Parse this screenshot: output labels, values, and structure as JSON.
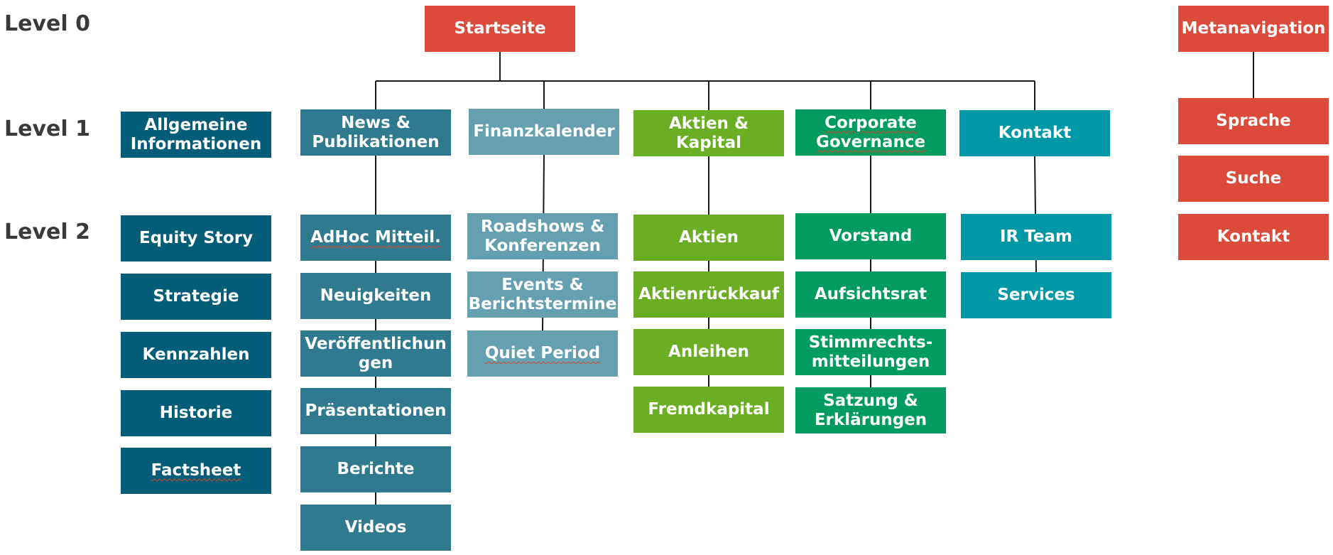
{
  "colors": {
    "red": "#DC4A3A",
    "dark_teal": "#045D78",
    "steel_teal": "#2F7A8F",
    "light_teal": "#65A0B1",
    "lime": "#6AAE23",
    "green": "#009B5F",
    "cyan": "#0097A7",
    "connector": "#1a1a1a"
  },
  "levels": [
    "Level 0",
    "Level 1",
    "Level 2"
  ],
  "level0": {
    "start": "Startseite",
    "meta": "Metanavigation"
  },
  "meta_items": [
    "Sprache",
    "Suche",
    "Kontakt"
  ],
  "columns": [
    {
      "title": "Allgemeine\nInformationen",
      "color": "dark_teal",
      "items": [
        "Equity Story",
        "Strategie",
        "Kennzahlen",
        "Historie",
        "Factsheet"
      ]
    },
    {
      "title": "News &\nPublikationen",
      "color": "steel_teal",
      "items": [
        "AdHoc Mitteil.",
        "Neuigkeiten",
        "Veröffentlichun\ngen",
        "Präsentationen",
        "Berichte",
        "Videos"
      ]
    },
    {
      "title": "Finanzkalender",
      "color": "light_teal",
      "items": [
        "Roadshows &\nKonferenzen",
        "Events &\nBerichtstermine",
        "Quiet Period"
      ]
    },
    {
      "title": "Aktien & Kapital",
      "color": "lime",
      "items": [
        "Aktien",
        "Aktienrückkauf",
        "Anleihen",
        "Fremdkapital"
      ]
    },
    {
      "title": "Corporate\nGovernance",
      "color": "green",
      "items": [
        "Vorstand",
        "Aufsichtsrat",
        "Stimmrechts-\nmitteilungen",
        "Satzung &\nErklärungen"
      ]
    },
    {
      "title": "Kontakt",
      "color": "cyan",
      "items": [
        "IR Team",
        "Services"
      ]
    }
  ]
}
